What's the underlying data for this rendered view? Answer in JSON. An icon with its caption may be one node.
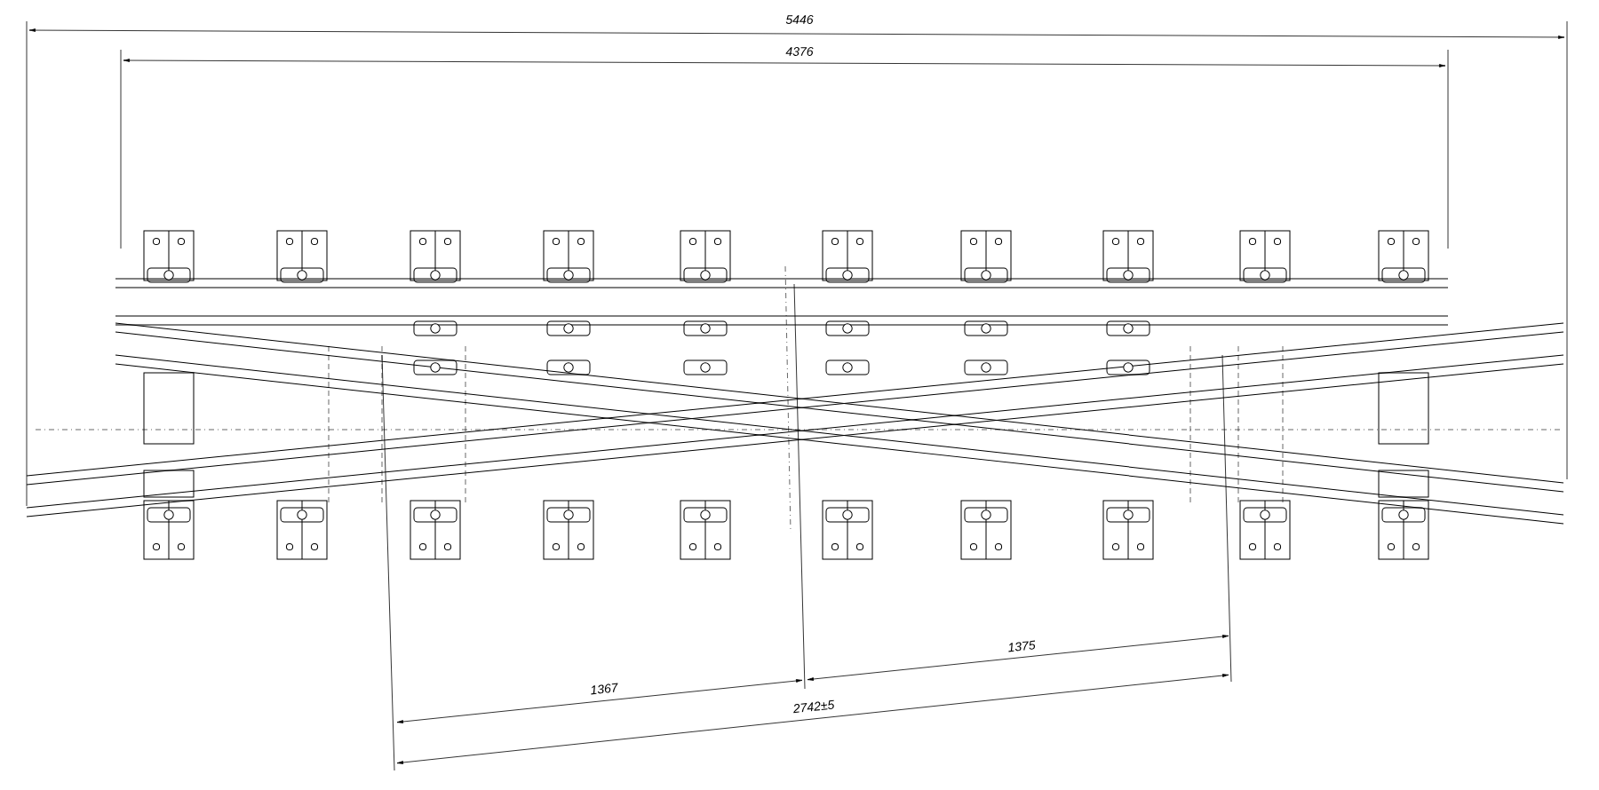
{
  "diagram": {
    "labels": [
      "5446",
      "4376",
      "1375",
      "1367",
      "2742±5"
    ]
  }
}
